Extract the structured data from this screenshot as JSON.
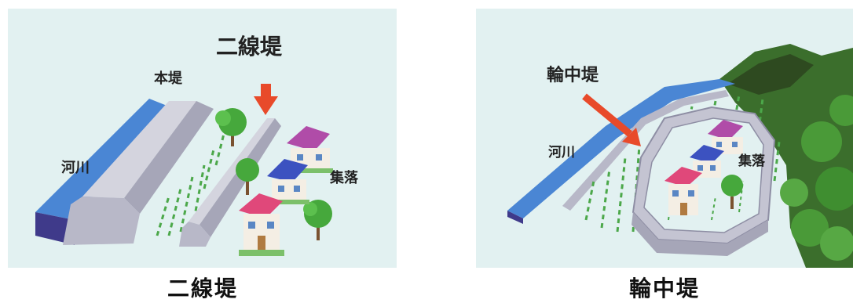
{
  "left_panel": {
    "title": "二線堤",
    "main_levee_label": "本堤",
    "river_label": "河川",
    "settlement_label": "集落",
    "caption": "二線堤"
  },
  "right_panel": {
    "title": "輪中堤",
    "river_label": "河川",
    "settlement_label": "集落",
    "caption": "輪中堤"
  },
  "colors": {
    "background": "#e2f1f1",
    "river": "#4a86d4",
    "river_dark": "#3f3a8a",
    "levee": "#b8b8c8",
    "arrow": "#e84a2a",
    "grass": "#4ca84a",
    "tree": "#46a83c",
    "forest": "#3b6e2c"
  }
}
